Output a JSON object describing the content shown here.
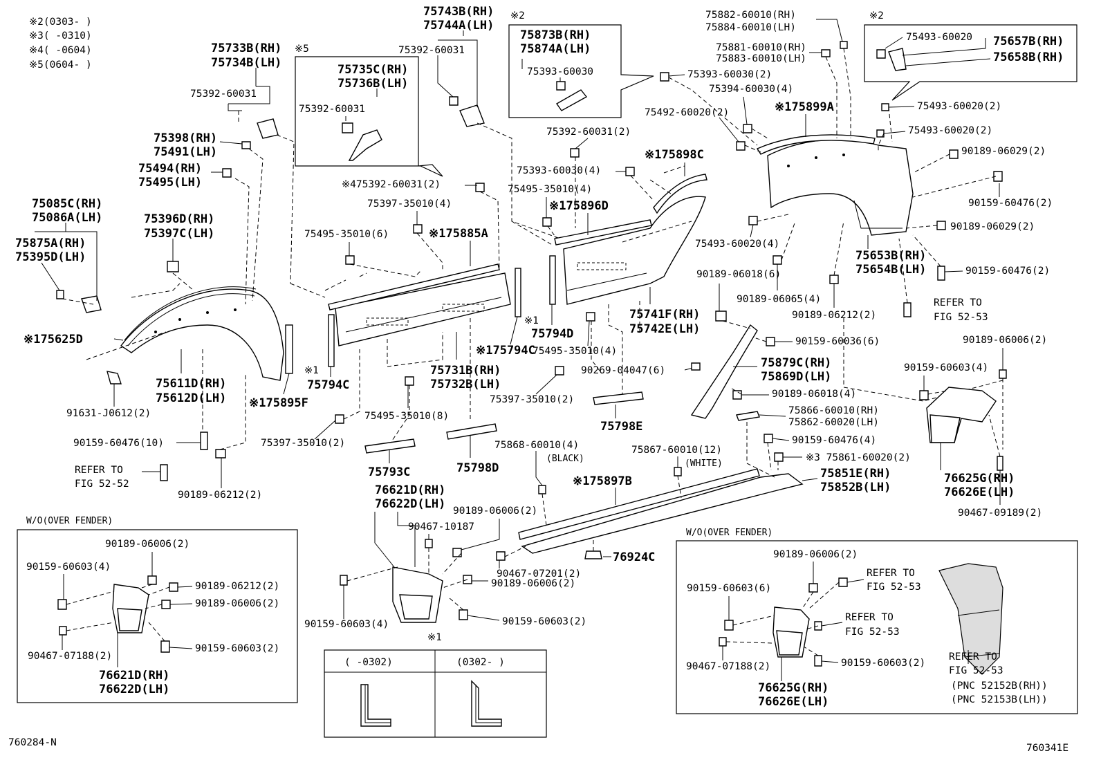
{
  "notes": [
    "※2(0303-     )",
    "※3(     -0310)",
    "※4(     -0604)",
    "※5(0604-     )"
  ],
  "drawing_id_left": "760284-N",
  "drawing_id_right": "760341E",
  "inset_a": {
    "title": "W/O(OVER FENDER)"
  },
  "inset_b": {
    "title": "W/O(OVER FENDER)"
  },
  "inset_c": {
    "marker": "※1",
    "col_left": "(     -0302)",
    "col_right": "(0302-     )"
  },
  "callout_box_top_center": {
    "marker": "※2",
    "line1": "75873B(RH)",
    "line2": "75874A(LH)",
    "line3": "75393-60030"
  },
  "callout_box_top_right": {
    "marker": "※2",
    "line1": "75493-60020",
    "line2": "75657B(RH)",
    "line3": "75658B(RH)"
  },
  "callout_box_5": {
    "line1": "75735C(RH)",
    "line2": "75736B(LH)",
    "line3": "75392-60031"
  },
  "labels": {
    "l01": "75733B(RH)",
    "l01m": "※5",
    "l02": "75734B(LH)",
    "l03": "75392-60031",
    "l04": "75398(RH)",
    "l05": "75491(LH)",
    "l06": "75494(RH)",
    "l07": "75495(LH)",
    "l08": "75085C(RH)",
    "l09": "75086A(LH)",
    "l10": "75875A(RH)",
    "l11": "75395D(LH)",
    "l12": "75396D(RH)",
    "l13": "75397C(LH)",
    "l14": "※175625D",
    "l15": "75611D(RH)",
    "l16": "75612D(LH)",
    "l17": "※175895F",
    "l18": "91631-J0612(2)",
    "l19": "90159-60476(10)",
    "l20": "REFER TO",
    "l21": "FIG 52-52",
    "l22": "90189-06212(2)",
    "l23": "75743B(RH)",
    "l24": "75744A(LH)",
    "l25": "75392-60031",
    "l26": "※475392-60031(2)",
    "l27": "75397-35010(4)",
    "l28": "75495-35010(6)",
    "l29": "※175885A",
    "l30": "※1",
    "l31": "75794C",
    "l32": "※175794C",
    "l33": "75731B(RH)",
    "l34": "75732B(LH)",
    "l35": "75495-35010(8)",
    "l36": "75397-35010(2)",
    "l37": "75793C",
    "l38": "75798D",
    "l39": "75392-60031(2)",
    "l40": "75393-60030(4)",
    "l41": "75495-35010(4)",
    "l42": "※175896D",
    "l43": "※175898C",
    "l44": "※1",
    "l45": "75794D",
    "l46": "75495-35010(4)",
    "l47": "75741F(RH)",
    "l48": "75742E(LH)",
    "l49": "75397-35010(2)",
    "l50": "90269-04047(6)",
    "l51": "75798E",
    "l52": "75868-60010(4)",
    "l53": "(BLACK)",
    "l54": "75867-60010(12)",
    "l55": "(WHITE)",
    "l56": "※175897B",
    "l57": "76621D(RH)",
    "l58": "76622D(LH)",
    "l59": "90189-06006(2)",
    "l60": "90467-10187",
    "l61": "90159-60603(4)",
    "l62": "90189-06006(2)",
    "l63": "90159-60603(2)",
    "l64": "90467-07201(2)",
    "l65": "76924C",
    "l66": "75882-60010(RH)",
    "l67": "75884-60010(LH)",
    "l68": "75881-60010(RH)",
    "l69": "75883-60010(LH)",
    "l70": "75393-60030(2)",
    "l71": "75394-60030(4)",
    "l72": "75492-60020(2)",
    "l73": "※175899A",
    "l74": "75493-60020(2)",
    "l75": "75493-60020(2)",
    "l76": "90189-06029(2)",
    "l77": "90159-60476(2)",
    "l78": "90189-06029(2)",
    "l79": "75493-60020(4)",
    "l80": "90189-06018(6)",
    "l81": "75653B(RH)",
    "l82": "75654B(LH)",
    "l83": "90159-60476(2)",
    "l84": "90189-06065(4)",
    "l85": "90189-06212(2)",
    "l86": "REFER TO",
    "l87": "FIG 52-53",
    "l88": "90159-60036(6)",
    "l89": "75879C(RH)",
    "l90": "75869D(LH)",
    "l91": "90189-06018(4)",
    "l92": "75866-60010(RH)",
    "l93": "75862-60020(LH)",
    "l94": "90159-60476(4)",
    "l95": "※3 75861-60020(2)",
    "l96": "75851E(RH)",
    "l97": "75852B(LH)",
    "l98": "90189-06006(2)",
    "l99": "90159-60603(4)",
    "l100": "76625G(RH)",
    "l101": "76626E(LH)",
    "l102": "90467-09189(2)"
  },
  "inset_a_labels": {
    "a1": "90189-06006(2)",
    "a2": "90159-60603(4)",
    "a3": "90189-06212(2)",
    "a4": "90189-06006(2)",
    "a5": "90159-60603(2)",
    "a6": "90467-07188(2)",
    "a7": "76621D(RH)",
    "a8": "76622D(LH)"
  },
  "inset_b_labels": {
    "b1": "90189-06006(2)",
    "b2": "REFER TO",
    "b3": "FIG 52-53",
    "b4": "90159-60603(6)",
    "b5": "REFER TO",
    "b6": "FIG 52-53",
    "b7": "90467-07188(2)",
    "b8": "90159-60603(2)",
    "b9": "76625G(RH)",
    "b10": "76626E(LH)",
    "b11": "REFER TO",
    "b12": "FIG 52-53",
    "b13": "(PNC 52152B(RH))",
    "b14": "(PNC 52153B(LH))"
  }
}
